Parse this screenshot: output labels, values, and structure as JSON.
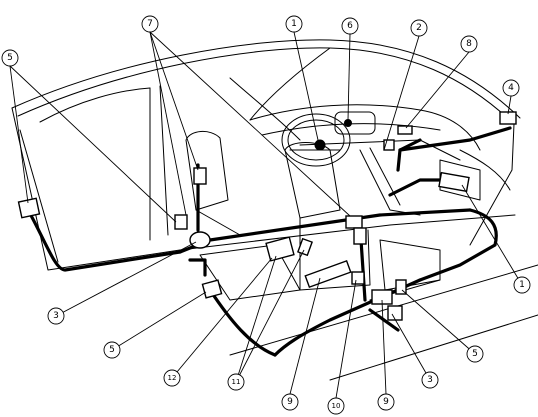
{
  "callouts": [
    {
      "id": "c-1-top",
      "text": "1"
    },
    {
      "id": "c-6",
      "text": "6"
    },
    {
      "id": "c-2",
      "text": "2"
    },
    {
      "id": "c-8",
      "text": "8"
    },
    {
      "id": "c-7",
      "text": "7"
    },
    {
      "id": "c-5-left",
      "text": "5"
    },
    {
      "id": "c-4",
      "text": "4"
    },
    {
      "id": "c-1-right",
      "text": "1"
    },
    {
      "id": "c-3-left",
      "text": "3"
    },
    {
      "id": "c-5-lowleft",
      "text": "5"
    },
    {
      "id": "c-12",
      "text": "12"
    },
    {
      "id": "c-11",
      "text": "11"
    },
    {
      "id": "c-9-left",
      "text": "9"
    },
    {
      "id": "c-10",
      "text": "10"
    },
    {
      "id": "c-9-right",
      "text": "9"
    },
    {
      "id": "c-3-right",
      "text": "3"
    },
    {
      "id": "c-5-right",
      "text": "5"
    }
  ]
}
